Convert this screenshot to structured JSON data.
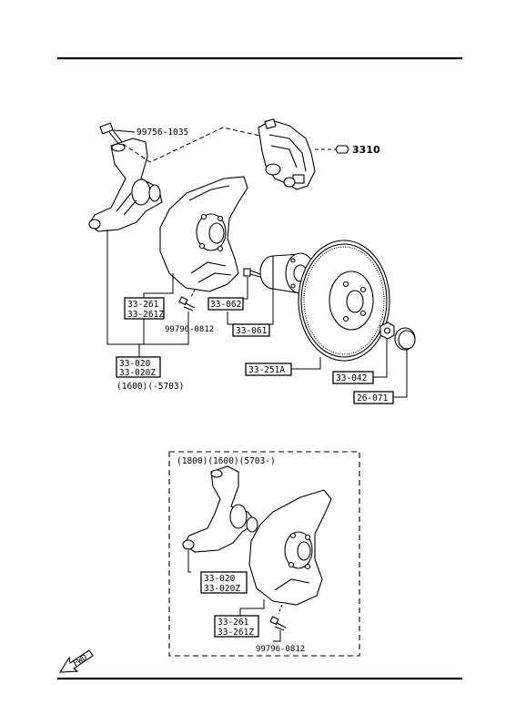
{
  "labels": {
    "bolt_top": "99756-1035",
    "caliper": "3310",
    "ref_33_261": "33-261",
    "ref_33_261z": "33-261Z",
    "ref_33_062": "33-062",
    "ref_33_061": "33-061",
    "ref_33_020": "33-020",
    "ref_33_020z": "33-020Z",
    "ref_33_251a": "33-251A",
    "ref_33_042": "33-042",
    "ref_26_071": "26-071",
    "bolt_shield": "99796-0812",
    "variant_note": "(1600)(-5703)",
    "inset_note": "(1800)(1600)(5703-)",
    "inset_ref_33_020": "33-020",
    "inset_ref_33_020z": "33-020Z",
    "inset_ref_33_261": "33-261",
    "inset_ref_33_261z": "33-261Z",
    "inset_bolt": "99796-0812",
    "fwd": "FWD"
  }
}
